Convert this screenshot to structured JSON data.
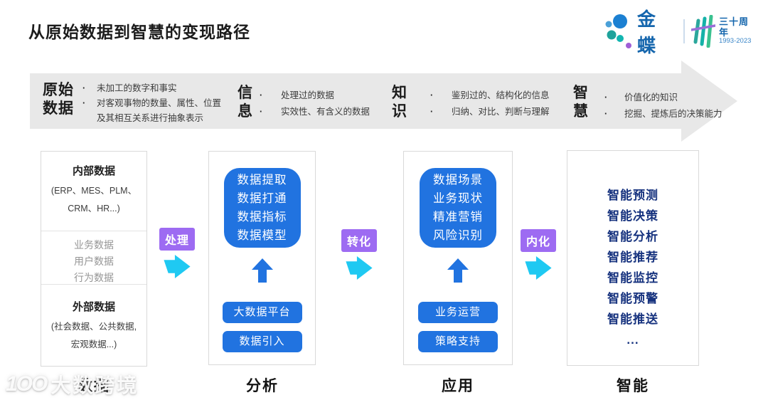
{
  "page": {
    "title": "从原始数据到智慧的变现路径"
  },
  "logo": {
    "brand": "金蝶",
    "anniversary": "三十周年",
    "years": "1993-2023"
  },
  "banner": {
    "stages": [
      {
        "label": "原始\n数据",
        "bullets": [
          "未加工的数字和事实",
          "对客观事物的数量、属性、位置及其相互关系进行抽象表示"
        ]
      },
      {
        "label": "信\n息",
        "bullets": [
          "处理过的数据",
          "实效性、有含义的数据"
        ]
      },
      {
        "label": "知\n识",
        "bullets": [
          "鉴别过的、结构化的信息",
          "归纳、对比、判断与理解"
        ]
      },
      {
        "label": "智\n慧",
        "bullets": [
          "价值化的知识",
          "挖掘、提炼后的决策能力"
        ]
      }
    ]
  },
  "columns": {
    "data": {
      "internal_title": "内部数据",
      "internal_desc": "(ERP、MES、PLM、\nCRM、HR...)",
      "middle_items": [
        "业务数据",
        "用户数据",
        "行为数据"
      ],
      "external_title": "外部数据",
      "external_desc": "(社会数据、公共数据,\n宏观数据...)"
    },
    "analysis": {
      "highlight": "数据提取\n数据打通\n数据指标\n数据模型",
      "buttons": [
        "大数据平台",
        "数据引入"
      ]
    },
    "application": {
      "highlight": "数据场景\n业务现状\n精准营销\n风险识别",
      "buttons": [
        "业务运营",
        "策略支持"
      ]
    },
    "intelligence": {
      "items": [
        "智能预测",
        "智能决策",
        "智能分析",
        "智能推荐",
        "智能监控",
        "智能预警",
        "智能推送",
        "..."
      ]
    }
  },
  "connectors": [
    {
      "label": "处理"
    },
    {
      "label": "转化"
    },
    {
      "label": "内化"
    }
  ],
  "footer": {
    "labels": [
      "数据",
      "分析",
      "应用",
      "智能"
    ]
  },
  "watermark": {
    "logo": "1OO",
    "text": "大数跨境"
  },
  "colors": {
    "accent_blue": "#2173E0",
    "arrow_cyan": "#1FC9F2",
    "badge_purple": "#9D6BF2",
    "navy_text": "#17337F",
    "banner_gray": "#E8E8E8",
    "brand_blue": "#1566AD"
  }
}
